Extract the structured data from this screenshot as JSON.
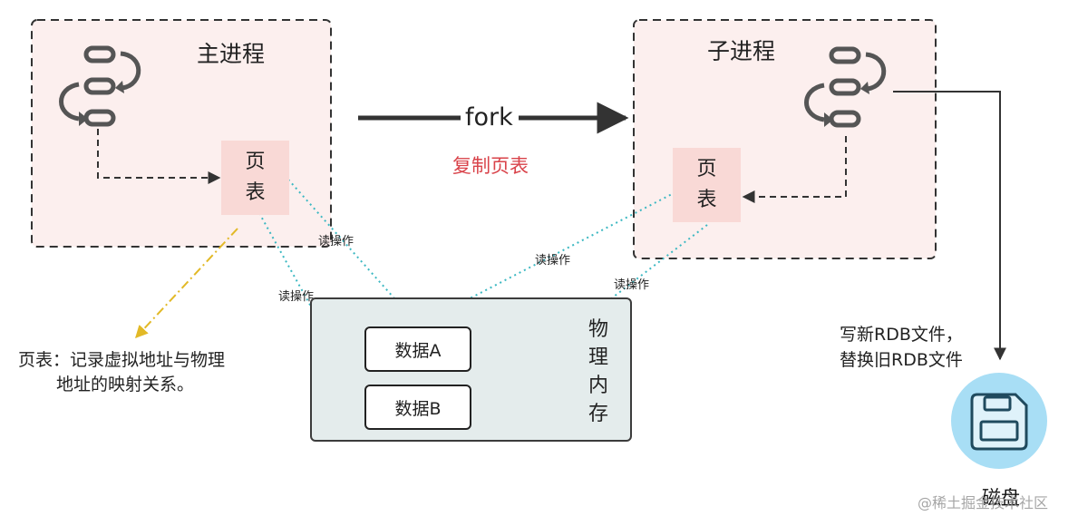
{
  "main_process": {
    "title": "主进程",
    "page_table_lines": [
      "页",
      "表"
    ]
  },
  "child_process": {
    "title": "子进程",
    "page_table_lines": [
      "页",
      "表"
    ]
  },
  "fork": {
    "label": "fork",
    "copy_label": "复制页表"
  },
  "read_op_label": "读操作",
  "memory": {
    "label_chars": [
      "物",
      "理",
      "内",
      "存"
    ],
    "data_a": "数据A",
    "data_b": "数据B"
  },
  "page_table_note": {
    "line1": "页表：记录虚拟地址与物理",
    "line2": "地址的映射关系。"
  },
  "rdb_note": {
    "line1": "写新RDB文件，",
    "line2": "替换旧RDB文件"
  },
  "disk": {
    "label": "磁盘",
    "icon": "floppy-disk-icon"
  },
  "watermark": "@稀土掘金技术社区",
  "colors": {
    "process_fill": "#fcefee",
    "page_table_fill": "#f9d9d6",
    "copy_label": "#d9434a",
    "read_arrow": "#3cb8c2",
    "note_arrow": "#e2b927",
    "disk_circle": "#a8def5"
  }
}
